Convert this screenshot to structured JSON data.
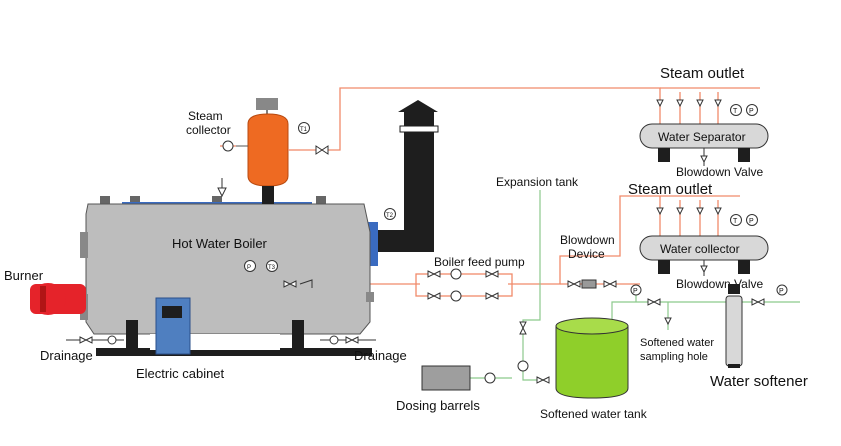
{
  "labels": {
    "steam_outlet_top": "Steam outlet",
    "steam_outlet_mid": "Steam outlet",
    "steam_collector_1": "Steam",
    "steam_collector_2": "collector",
    "water_separator": "Water Separator",
    "water_collector": "Water collector",
    "blowdown_valve_top": "Blowdown Valve",
    "blowdown_valve_mid": "Blowdown Valve",
    "expansion_tank": "Expansion tank",
    "hot_water_boiler": "Hot Water Boiler",
    "boiler_feed_pump": "Boiler feed pump",
    "blowdown_device_1": "Blowdown",
    "blowdown_device_2": "Device",
    "burner": "Burner",
    "drainage_left": "Drainage",
    "drainage_right": "Drainage",
    "electric_cabinet": "Electric cabinet",
    "dosing_barrels": "Dosing barrels",
    "softened_water_tank": "Softened water tank",
    "softened_water_sampling_1": "Softened water",
    "softened_water_sampling_2": "sampling hole",
    "water_softener": "Water softener"
  },
  "instruments": {
    "t1": "T1",
    "t2": "T2",
    "t3": "T3",
    "t_generic": "T",
    "p": "P"
  },
  "colors": {
    "steam_pipe": "#f08a6a",
    "water_pipe": "#8cc98c",
    "boiler_body": "#bdbdbd",
    "steam_collector": "#ee6a22",
    "burner": "#e5232a",
    "cabinet": "#4f7fc0",
    "chimney": "#1e1e1e",
    "softened_tank": "#8fcf2a",
    "vessel": "#d8d8d8"
  }
}
